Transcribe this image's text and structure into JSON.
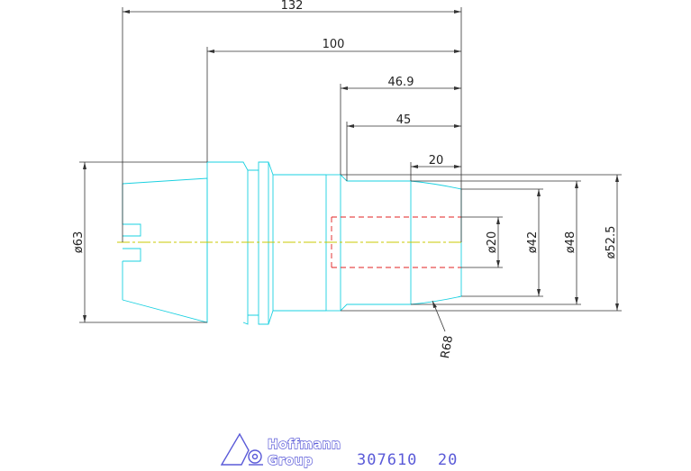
{
  "dimensions": {
    "overall_length": "132",
    "length_100": "100",
    "length_46_9": "46.9",
    "length_45": "45",
    "length_20": "20",
    "dia_63": "ø63",
    "dia_20": "ø20",
    "dia_42": "ø42",
    "dia_48": "ø48",
    "dia_52_5": "ø52.5",
    "radius": "R68"
  },
  "logo": {
    "line1": "Hoffmann",
    "line2": "Group"
  },
  "part_number": "307610  20",
  "colors": {
    "outline": "#19d0e0",
    "hidden": "#e02020",
    "center": "#c8c800",
    "dimension": "#333333",
    "brand": "#5a5ad8"
  }
}
